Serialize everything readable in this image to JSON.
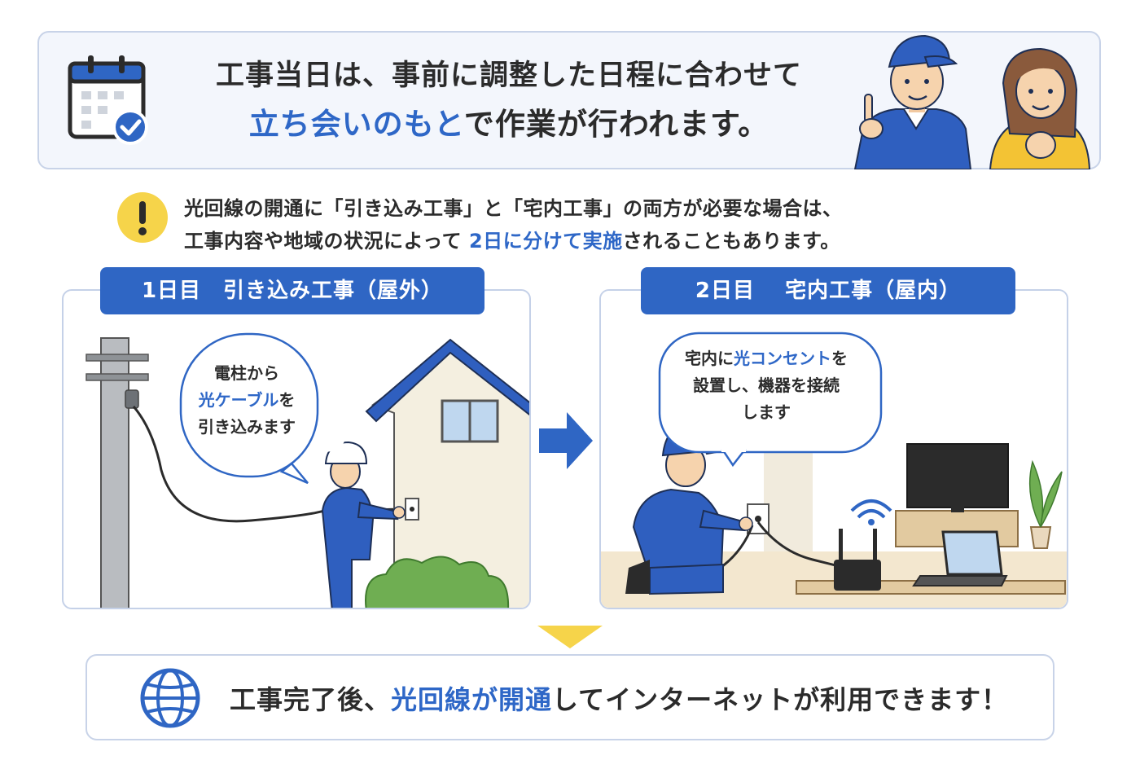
{
  "header": {
    "line1": "工事当日は、事前に調整した日程に合わせて",
    "line2_highlight": "立ち会いのもと",
    "line2_rest": "で作業が行われます。"
  },
  "note": {
    "line1": "光回線の開通に「引き込み工事」と「宅内工事」の両方が必要な場合は、",
    "line2_before": "工事内容や地域の状況によって ",
    "line2_highlight": "2日に分けて実施",
    "line2_after": "されることもあります。"
  },
  "day1": {
    "label": "1日目　引き込み工事（屋外）",
    "bubble_line1": "電柱から",
    "bubble_highlight": "光ケーブル",
    "bubble_line2_rest": "を",
    "bubble_line3": "引き込みます"
  },
  "day2": {
    "label": "2日目　 宅内工事（屋内）",
    "bubble_line1_before": "宅内に",
    "bubble_highlight": "光コンセント",
    "bubble_line1_after": "を",
    "bubble_line2": "設置し、機器を接続",
    "bubble_line3": "します"
  },
  "footer": {
    "before": "工事完了後、",
    "highlight": "光回線が開通",
    "after": "してインターネットが利用できます！"
  },
  "icons": {
    "calendar": "calendar-check-icon",
    "warning": "exclamation-icon",
    "arrow": "arrow-right-icon",
    "down": "triangle-down-icon",
    "globe": "globe-icon"
  },
  "colors": {
    "accent": "#2e67c7",
    "warning": "#f6d44a",
    "panel_border": "#c5d1e8"
  }
}
